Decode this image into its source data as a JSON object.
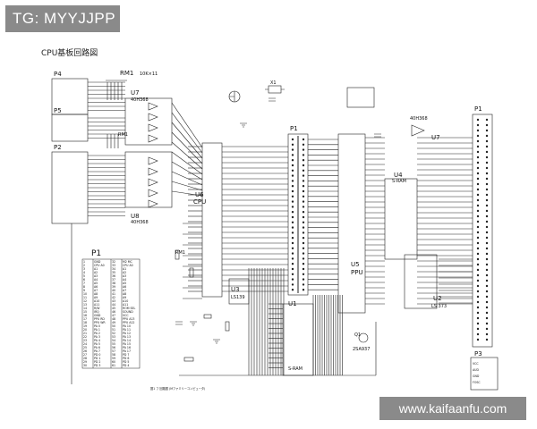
{
  "watermark_top": "TG: MYYJJPP",
  "watermark_bottom": "www.kaifaanfu.com",
  "diagram": {
    "title": "CPU基板回路図",
    "footnote": "図1 フ 回路図 (Mファミリーコンピュータ)",
    "connectors": {
      "p4": "P4",
      "p5": "P5",
      "p2": "P2",
      "p1_top": "P1",
      "p1_right": "P1",
      "p1_table": "P1",
      "p3": "P3"
    },
    "parts": {
      "rm1": "RM1",
      "rm1_value": "10K×11",
      "rm1_mid": "RM1",
      "rm1_low": "RM1",
      "u7_left": "U7",
      "u7_left_sub": "40H368",
      "u8": "U8",
      "u8_sub": "40H368",
      "u6": "U6",
      "u6_name": "CPU",
      "u3": "U3",
      "u3_sub": "LS139",
      "u1": "U1",
      "u1_sub": "S-RAM",
      "q1": "Q1",
      "q1_sub": "2SA937",
      "u4": "U4",
      "u4_sub": "S-RAM",
      "u5": "U5",
      "u5_name": "PPU",
      "u2": "U2",
      "u2_sub": "LS 373",
      "u7_right": "U7",
      "u7_right_sub": "40H368",
      "x1": "X1"
    },
    "p1_table_rows": [
      [
        "1",
        "GND",
        "32",
        "M2 MC"
      ],
      [
        "2",
        "CPU A0",
        "33",
        "CPU A0"
      ],
      [
        "3",
        "A1",
        "34",
        "A1"
      ],
      [
        "4",
        "A2",
        "35",
        "A2"
      ],
      [
        "5",
        "A3",
        "36",
        "A3"
      ],
      [
        "6",
        "A4",
        "37",
        "A4"
      ],
      [
        "7",
        "A5",
        "38",
        "A5"
      ],
      [
        "8",
        "A6",
        "39",
        "A6"
      ],
      [
        "9",
        "A7",
        "40",
        "A7"
      ],
      [
        "10",
        "A8",
        "41",
        "A8"
      ],
      [
        "11",
        "A9",
        "42",
        "A9"
      ],
      [
        "12",
        "A10",
        "43",
        "A10"
      ],
      [
        "13",
        "A11",
        "44",
        "A11"
      ],
      [
        "14",
        "R/W",
        "45",
        "ROM SEL"
      ],
      [
        "15",
        "IRQ",
        "46",
        "SOUND"
      ],
      [
        "16",
        "GND",
        "47",
        "VCC"
      ],
      [
        "17",
        "PPU RD",
        "48",
        "PPU A13"
      ],
      [
        "18",
        "PPU WR",
        "49",
        "PPU A12"
      ],
      [
        "19",
        "PA 0",
        "50",
        "PA 10"
      ],
      [
        "20",
        "PA 1",
        "51",
        "PA 11"
      ],
      [
        "21",
        "PA 2",
        "52",
        "PA 12"
      ],
      [
        "22",
        "PA 3",
        "53",
        "PA 13"
      ],
      [
        "23",
        "PA 4",
        "54",
        "PA 14"
      ],
      [
        "24",
        "PA 5",
        "55",
        "PA 15"
      ],
      [
        "25",
        "PA 6",
        "56",
        "PA 16"
      ],
      [
        "26",
        "PA 7",
        "57",
        "PA 17"
      ],
      [
        "27",
        "PD 0",
        "58",
        "PD 7"
      ],
      [
        "28",
        "PD 1",
        "59",
        "PD 6"
      ],
      [
        "29",
        "PD 2",
        "60",
        "PD 5"
      ],
      [
        "30",
        "PD 3",
        "61",
        "PD 4"
      ]
    ],
    "p3_rows": [
      "VCC",
      "AUD",
      "GND",
      "FOSC"
    ]
  }
}
